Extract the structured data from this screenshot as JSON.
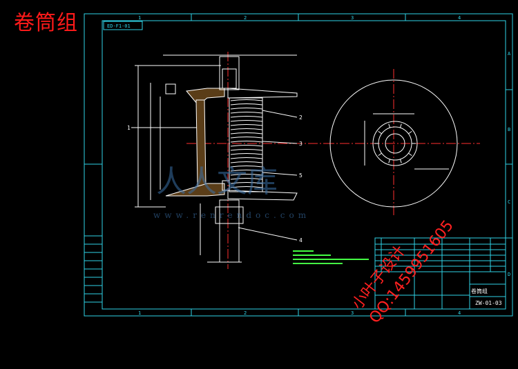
{
  "title": "卷筒组",
  "sheet_code": "ED-F1-01",
  "column_numbers": [
    "1",
    "2",
    "3",
    "4"
  ],
  "row_letters": [
    "A",
    "B",
    "C",
    "D"
  ],
  "part_labels": [
    "1",
    "2",
    "3",
    "4",
    "5"
  ],
  "watermark_cn": "人人文库",
  "watermark_url": "www.renrendoc.com",
  "overlay_text_1": "小叶子设计",
  "overlay_text_2": "QQ:1459951605",
  "title_block": {
    "name": "卷筒组",
    "drawing_no": "ZW-01-03"
  },
  "colors": {
    "frame": "#2fd4e8",
    "title_red": "#ff1a1a",
    "centerline": "#ff3030",
    "notes_green": "#44ff44"
  }
}
